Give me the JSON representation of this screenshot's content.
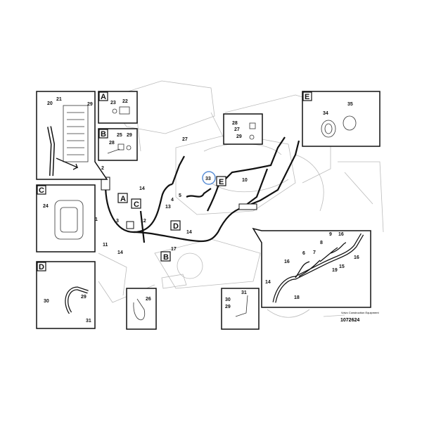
{
  "diagram": {
    "doc_number": "1072624",
    "publisher": "Volvo Construction Equipment",
    "highlight_color": "#5b8fd6",
    "highlighted_part": "33",
    "detail_boxes": {
      "ecu": {
        "parts": [
          "20",
          "21",
          "29",
          "2"
        ]
      },
      "A": {
        "letter": "A",
        "parts": [
          "23",
          "22"
        ]
      },
      "B": {
        "letter": "B",
        "parts": [
          "25",
          "29",
          "28"
        ]
      },
      "C": {
        "letter": "C",
        "parts": [
          "24"
        ]
      },
      "D": {
        "letter": "D",
        "parts": [
          "30",
          "29",
          "31"
        ]
      },
      "clip": {
        "parts": [
          "26"
        ]
      },
      "bracket": {
        "parts": [
          "31",
          "30",
          "29"
        ]
      },
      "E": {
        "letter": "E",
        "parts": [
          "34",
          "35"
        ]
      },
      "top": {
        "parts": [
          "28",
          "27",
          "29"
        ]
      },
      "harness": {
        "parts": [
          "9",
          "16",
          "8",
          "6",
          "7",
          "16",
          "16",
          "19",
          "15",
          "14",
          "18"
        ]
      }
    },
    "main_labels": {
      "n27": "27",
      "n33": "33",
      "n10": "10",
      "n14a": "14",
      "n5": "5",
      "n4": "4",
      "n13": "13",
      "n12": "12",
      "n3": "3",
      "n1": "1",
      "n11": "11",
      "n14b": "14",
      "n17": "17",
      "n14c": "14",
      "cA": "A",
      "cC": "C",
      "cD": "D",
      "cB": "B",
      "cE": "E"
    }
  }
}
